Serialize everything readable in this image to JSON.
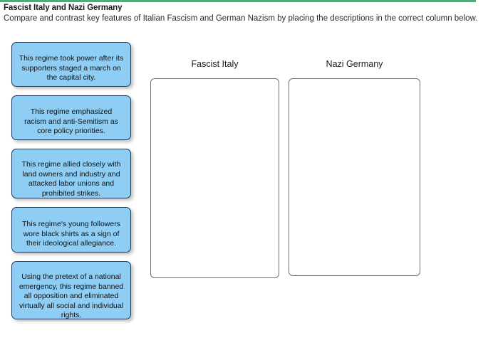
{
  "theme": {
    "accent_bar_color": "#56a87c",
    "card_fill_color": "#8ecdf4",
    "card_border_color": "#1f3a5f",
    "dropzone_border_color": "#6f6f6f",
    "page_background": "#ffffff"
  },
  "header": {
    "title": "Fascist Italy and Nazi Germany",
    "subtitle": "Compare and contrast key features of Italian Fascism and German Nazism by placing the descriptions in the correct column below."
  },
  "draggable_items": [
    {
      "id": "item-1",
      "text": "This regime took power after its supporters staged a march on the capital city."
    },
    {
      "id": "item-2",
      "text": "This regime emphasized racism and anti-Semitism as core policy priorities."
    },
    {
      "id": "item-3",
      "text": "This regime allied closely with land owners and industry and attacked labor unions and prohibited strikes."
    },
    {
      "id": "item-4",
      "text": "This regime's young followers wore black shirts as a sign of their ideological allegiance."
    },
    {
      "id": "item-5",
      "text": "Using the pretext of a national emergency, this regime banned all opposition and eliminated virtually all social and individual rights."
    }
  ],
  "drop_zones": [
    {
      "id": "zone-fascist-italy",
      "label": "Fascist Italy",
      "items": []
    },
    {
      "id": "zone-nazi-germany",
      "label": "Nazi Germany",
      "items": []
    }
  ]
}
